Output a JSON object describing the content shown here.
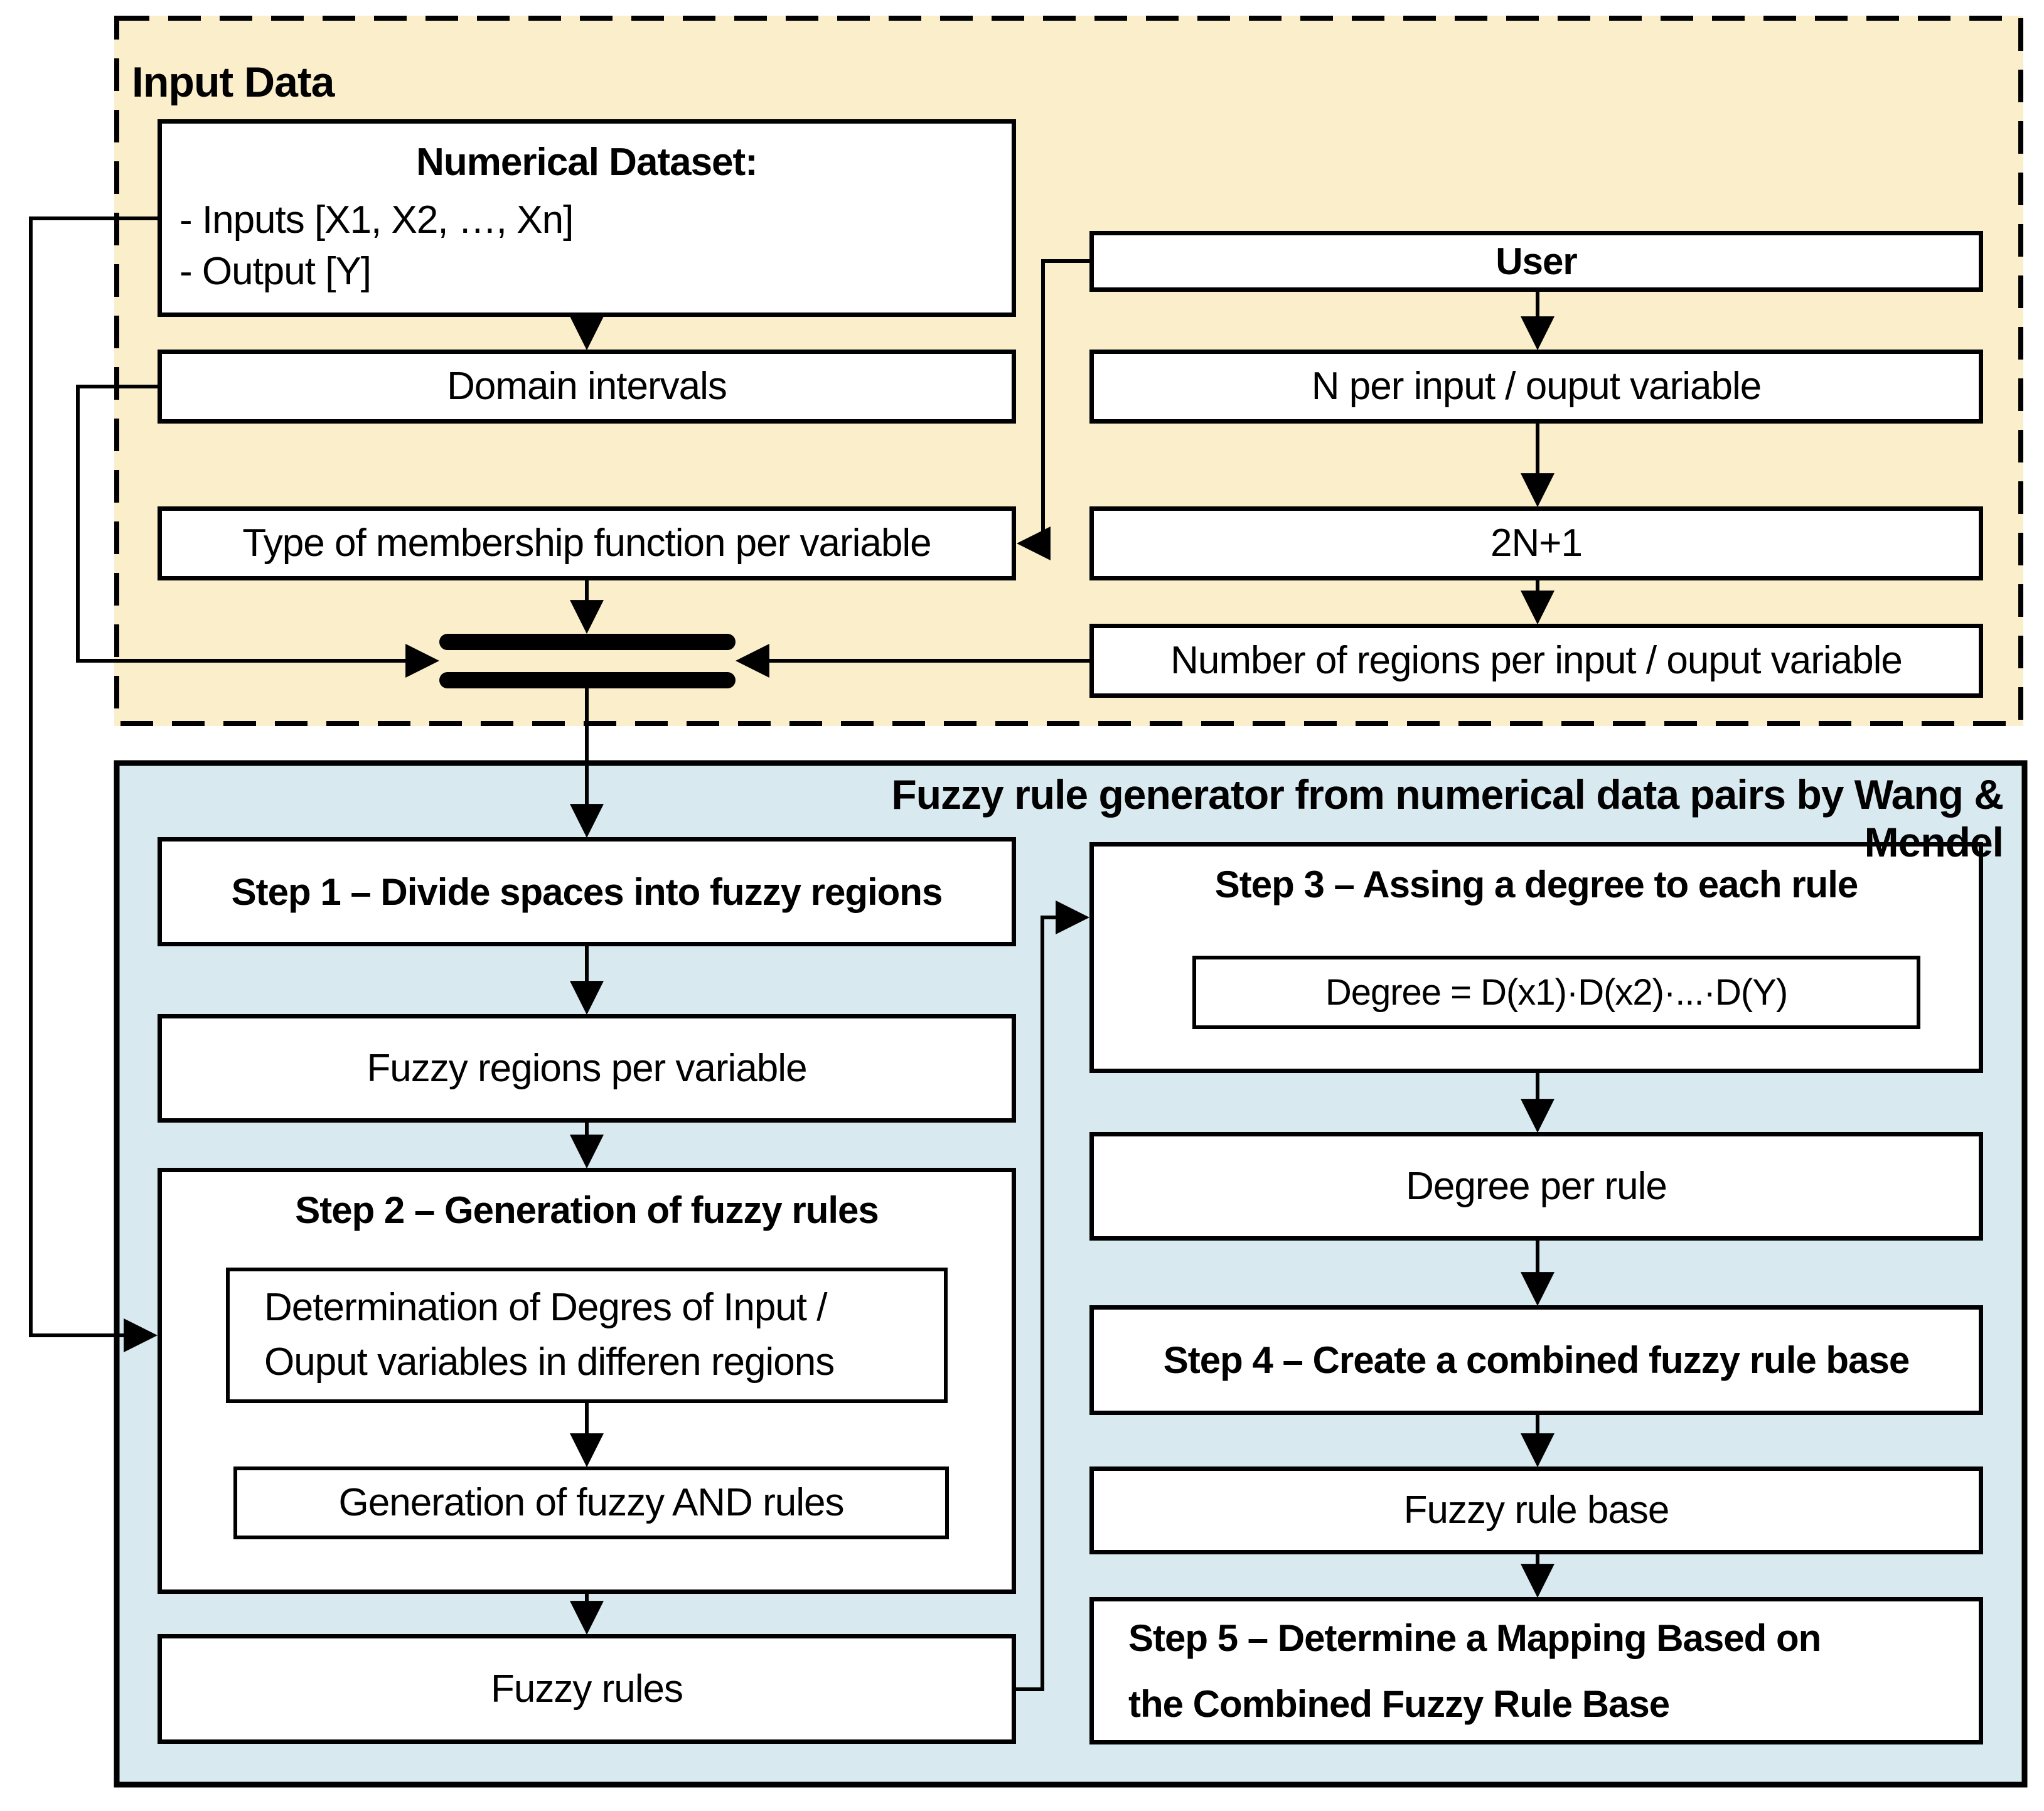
{
  "input_section": {
    "label": "Input Data",
    "numerical_dataset": {
      "title": "Numerical Dataset:",
      "line1": "- Inputs [X1, X2, …, Xn]",
      "line2": "- Output [Y]"
    },
    "domain_intervals": "Domain intervals",
    "membership_type": "Type of membership function per variable",
    "user": "User",
    "n_per_variable": "N per input / ouput variable",
    "two_n_plus_one": "2N+1",
    "num_regions": "Number of regions per input / ouput variable"
  },
  "generator_section": {
    "title": "Fuzzy rule generator from numerical data pairs by Wang & Mendel",
    "step1": "Step 1 – Divide spaces into fuzzy regions",
    "fuzzy_regions": "Fuzzy regions per variable",
    "step2": {
      "title": "Step 2 – Generation of fuzzy rules",
      "determination_line1": "Determination of Degres of Input /",
      "determination_line2": "Ouput variables in differen regions",
      "and_rules": "Generation of fuzzy AND rules"
    },
    "fuzzy_rules": "Fuzzy rules",
    "step3": {
      "title": "Step 3 – Assing a degree to each rule",
      "formula": "Degree = D(x1)·D(x2)·...·D(Y)"
    },
    "degree_per_rule": "Degree per rule",
    "step4": "Step 4 – Create a combined fuzzy rule base",
    "fuzzy_rule_base": "Fuzzy rule base",
    "step5_line1": "Step 5  –  Determine a Mapping Based on",
    "step5_line2": "the Combined Fuzzy Rule Base"
  },
  "colors": {
    "input_bg": "#FBEFCB",
    "generator_bg": "#D9E9F0",
    "box_bg": "#FFFFFF",
    "line": "#000000"
  }
}
